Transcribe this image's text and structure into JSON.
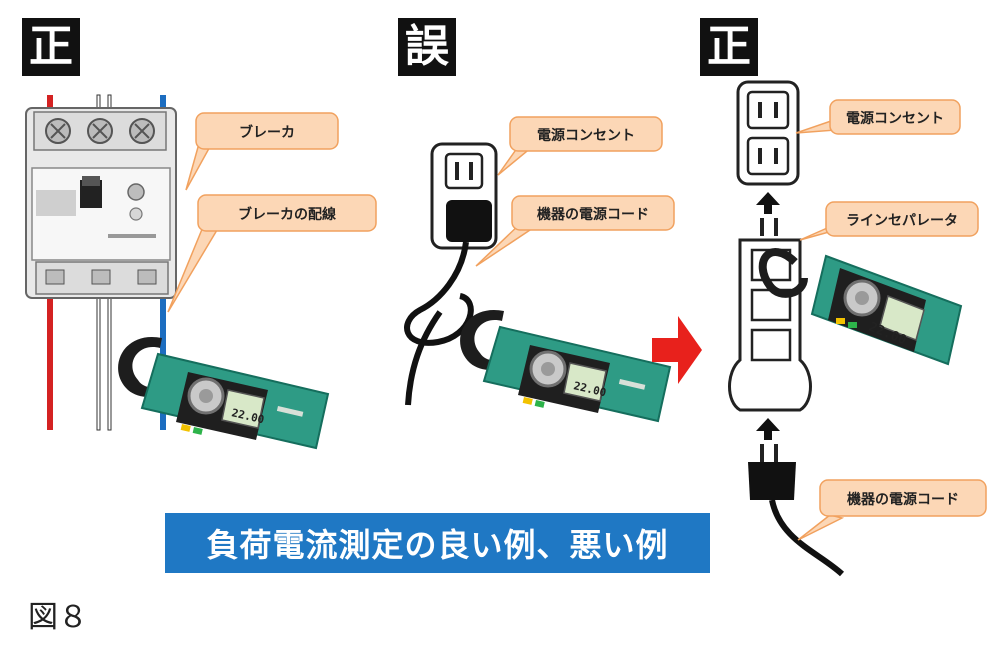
{
  "badges": [
    "正",
    "誤",
    "正"
  ],
  "callouts": {
    "breaker": "ブレーカ",
    "breaker_wiring": "ブレーカの配線",
    "outlet_middle": "電源コンセント",
    "cord_middle": "機器の電源コード",
    "outlet_right": "電源コンセント",
    "separator": "ラインセパレータ",
    "cord_right": "機器の電源コード"
  },
  "meter_display": "22.00",
  "banner": "負荷電流測定の良い例、悪い例",
  "caption": "図８",
  "colors": {
    "callout_fill": "#fcd7b6",
    "callout_stroke": "#f1a15e",
    "meter_green": "#2e9b85",
    "banner_blue": "#1f78c4",
    "arrow_red": "#e8211c",
    "wire_red": "#d42222",
    "wire_blue": "#1c6dc0"
  }
}
